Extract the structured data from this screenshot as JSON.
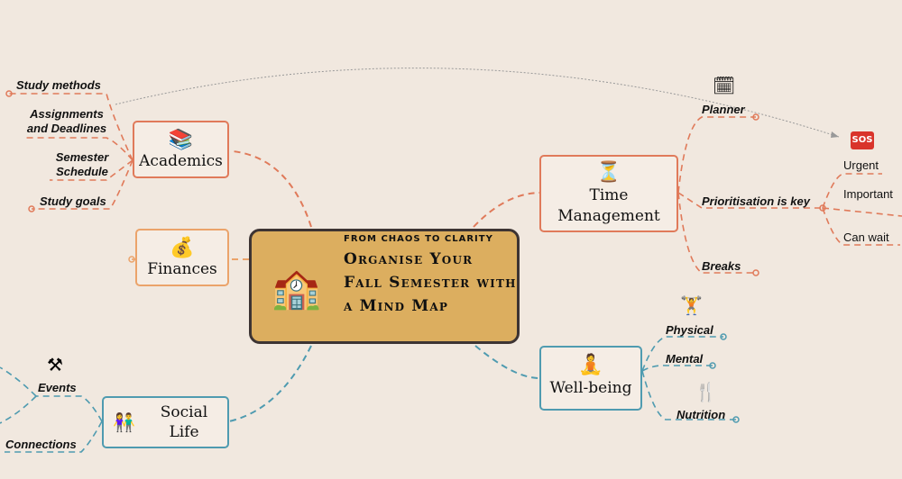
{
  "central": {
    "kicker": "FROM CHAOS TO CLARITY",
    "title": "Organise Your Fall Semester with a Mind Map",
    "icon": "school-building-icon"
  },
  "branches": {
    "academics": {
      "label": "Academics",
      "icon": "books-icon",
      "subtopics": [
        "Study methods",
        "Assignments and Deadlines",
        "Semester Schedule",
        "Study goals"
      ]
    },
    "finances": {
      "label": "Finances",
      "icon": "money-bag-icon"
    },
    "social_life": {
      "label": "Social Life",
      "icon": "people-holding-hands-icon",
      "subtopics": [
        "Events",
        "Connections"
      ],
      "sub_icons": [
        "crossed-tools-icon"
      ]
    },
    "time_management": {
      "label": "Time Management",
      "icon": "hourglass-icon",
      "subtopics": [
        "Planner",
        "Prioritisation is key",
        "Breaks"
      ],
      "sub_icons": [
        "calendar-icon"
      ],
      "priorities": [
        "Urgent",
        "Important",
        "Can wait"
      ],
      "priority_icon": "sos-icon"
    },
    "well_being": {
      "label": "Well-being",
      "icon": "person-in-lotus-position-icon",
      "subtopics": [
        "Physical",
        "Mental",
        "Nutrition"
      ],
      "sub_icons": [
        "weightlifter-icon",
        "fork-and-knife-icon"
      ]
    }
  },
  "colors": {
    "background": "#f1e8df",
    "central_fill": "#dcae5f",
    "central_border": "#3d3433",
    "orange_branch": "#e07a5a",
    "finance_branch": "#eba36a",
    "teal_branch": "#4f9bb0",
    "arrow": "#999999"
  }
}
